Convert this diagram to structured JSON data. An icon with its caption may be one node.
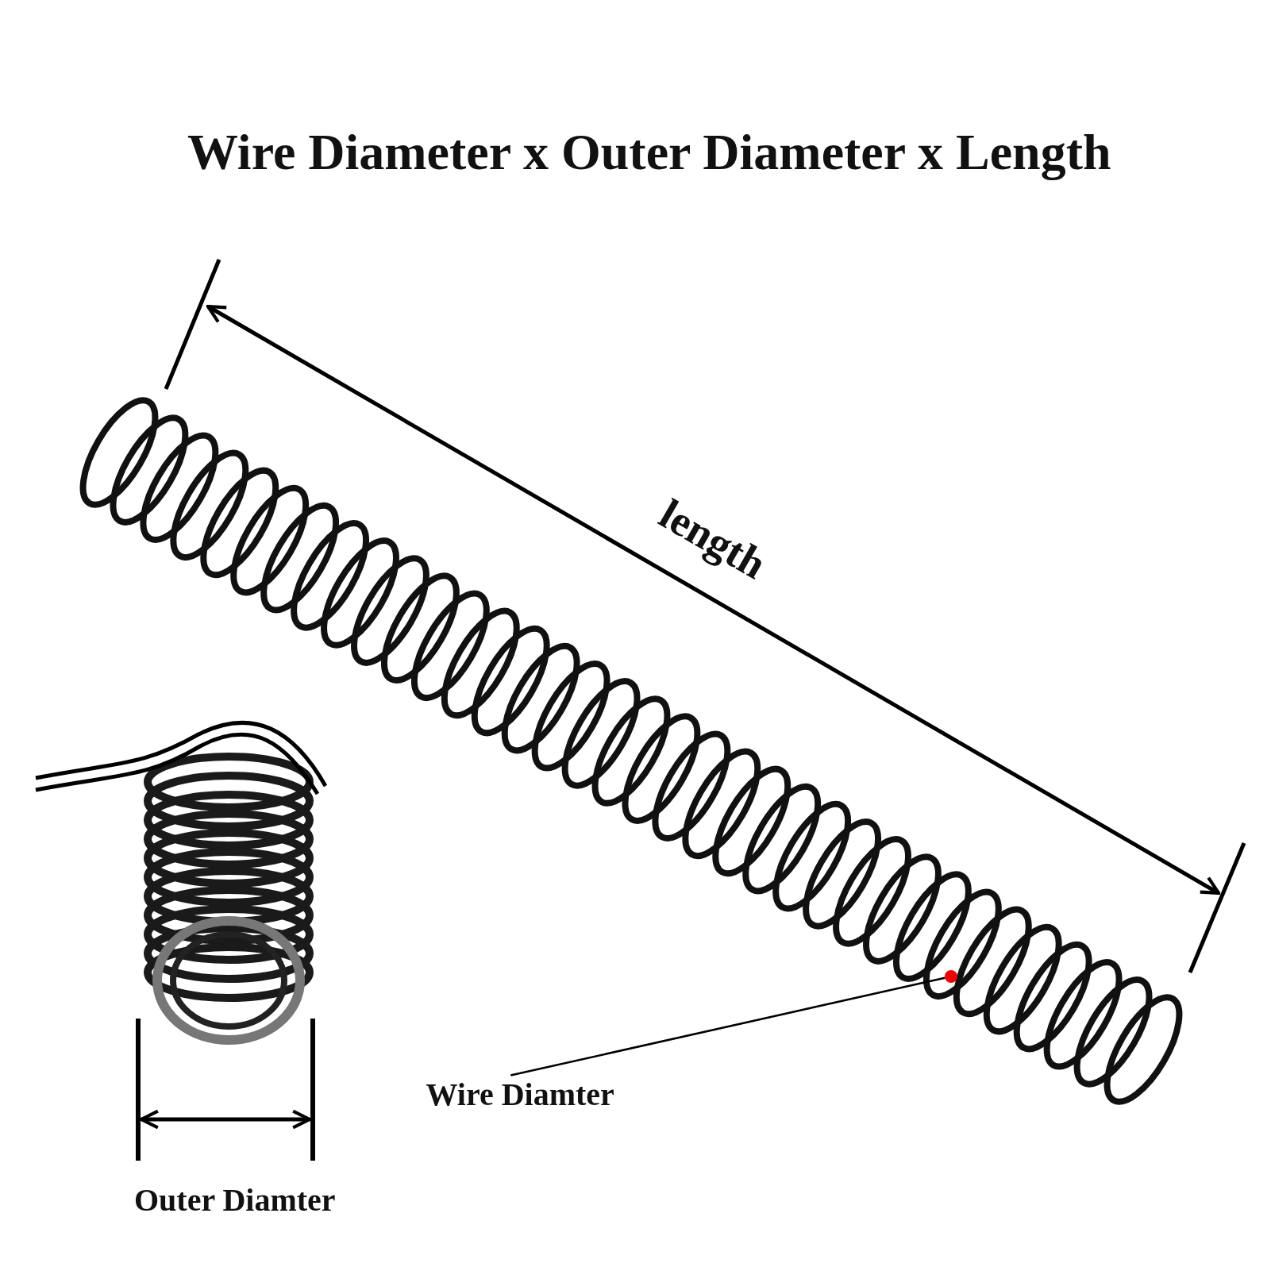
{
  "diagram": {
    "title": "Wire Diameter x Outer Diameter x Length",
    "nodes": [
      {
        "text": [
          "Wire Diamter"
        ]
      },
      {
        "text": [],
        "shape": "circle"
      }
    ],
    "edges": [
      {
        "from": 0,
        "to": 1,
        "arrow": "none"
      }
    ],
    "labels": [
      "length",
      "Outer Diamter"
    ]
  }
}
